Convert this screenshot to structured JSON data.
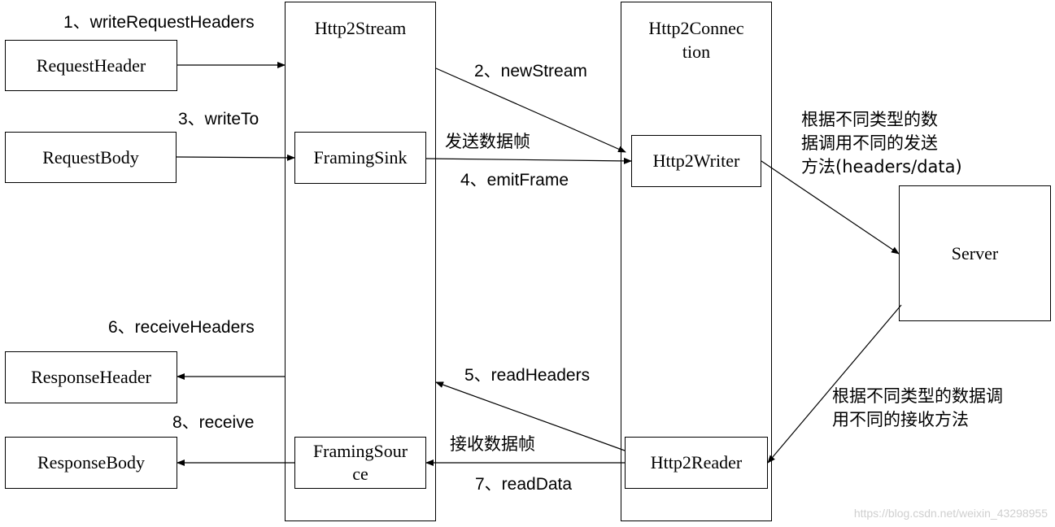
{
  "columns": {
    "stream": {
      "title": "Http2Stream"
    },
    "connection": {
      "title_line1": "Http2Connec",
      "title_line2": "tion"
    }
  },
  "boxes": {
    "request_header": "RequestHeader",
    "request_body": "RequestBody",
    "response_header": "ResponseHeader",
    "response_body": "ResponseBody",
    "framing_sink": "FramingSink",
    "framing_source_line1": "FramingSour",
    "framing_source_line2": "ce",
    "http2_writer": "Http2Writer",
    "http2_reader": "Http2Reader",
    "server": "Server"
  },
  "edges": {
    "write_request_headers": "1、writeRequestHeaders",
    "new_stream": "2、newStream",
    "write_to": "3、writeTo",
    "send_frame": "发送数据帧",
    "emit_frame": "4、emitFrame",
    "read_headers": "5、readHeaders",
    "receive_headers": "6、receiveHeaders",
    "read_data": "7、readData",
    "receive": "8、receive",
    "receive_frame": "接收数据帧"
  },
  "notes": {
    "writer_to_server_line1": "根据不同类型的数",
    "writer_to_server_line2": "据调用不同的发送",
    "writer_to_server_line3": "方法(headers/data)",
    "server_to_reader_line1": "根据不同类型的数据调",
    "server_to_reader_line2": "用不同的接收方法"
  },
  "watermark": "https://blog.csdn.net/weixin_43298955"
}
